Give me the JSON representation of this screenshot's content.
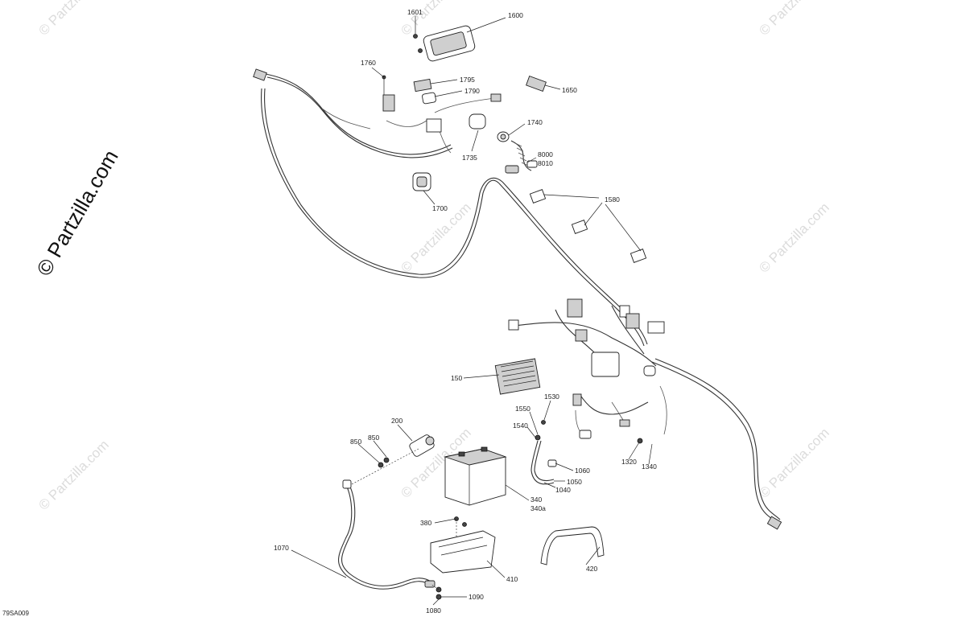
{
  "diagram_code": "79SA009",
  "watermark": {
    "main": "© Partzilla.com",
    "tile": "© Partzilla.com"
  },
  "labels": {
    "p1601": "1601",
    "p1600": "1600",
    "p1760": "1760",
    "p1795": "1795",
    "p1790": "1790",
    "p1650": "1650",
    "p1740": "1740",
    "p1735": "1735",
    "p8000": "8000",
    "p8010": "8010",
    "p1700": "1700",
    "p1580": "1580",
    "p150": "150",
    "p1530": "1530",
    "p1550": "1550",
    "p1540": "1540",
    "p200": "200",
    "p850a": "850",
    "p850b": "850",
    "p1060": "1060",
    "p1050": "1050",
    "p1040": "1040",
    "p1320": "1320",
    "p1340": "1340",
    "p340": "340",
    "p340a": "340a",
    "p380": "380",
    "p1070": "1070",
    "p410": "410",
    "p420": "420",
    "p1090": "1090",
    "p1080": "1080"
  }
}
